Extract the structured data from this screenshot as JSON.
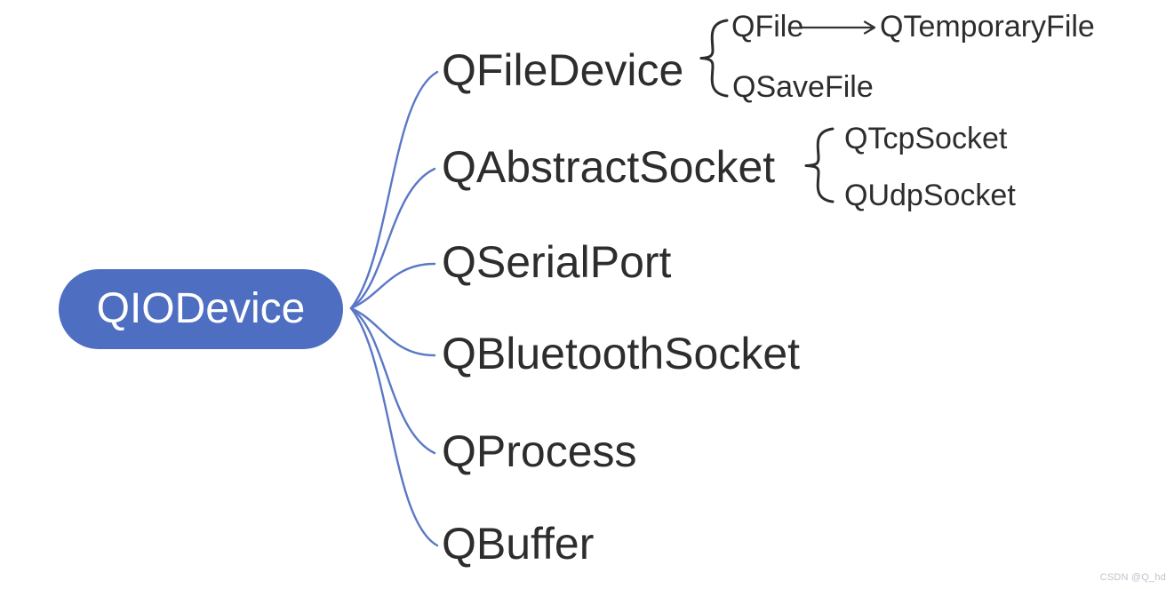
{
  "diagram": {
    "root": {
      "label": "QIODevice"
    },
    "branches": [
      {
        "label": "QFileDevice",
        "children": [
          {
            "label": "QFile",
            "child": {
              "label": "QTemporaryFile"
            }
          },
          {
            "label": "QSaveFile"
          }
        ]
      },
      {
        "label": "QAbstractSocket",
        "children": [
          {
            "label": "QTcpSocket"
          },
          {
            "label": "QUdpSocket"
          }
        ]
      },
      {
        "label": "QSerialPort",
        "children": []
      },
      {
        "label": "QBluetoothSocket",
        "children": []
      },
      {
        "label": "QProcess",
        "children": []
      },
      {
        "label": "QBuffer",
        "children": []
      }
    ],
    "colors": {
      "root_fill": "#4e6ec2",
      "root_text": "#ffffff",
      "link": "#5b78c6",
      "text": "#2d2d2d",
      "connector": "#333333",
      "watermark": "#bfc3cb"
    }
  },
  "watermark": {
    "label": "CSDN @Q_hd"
  }
}
